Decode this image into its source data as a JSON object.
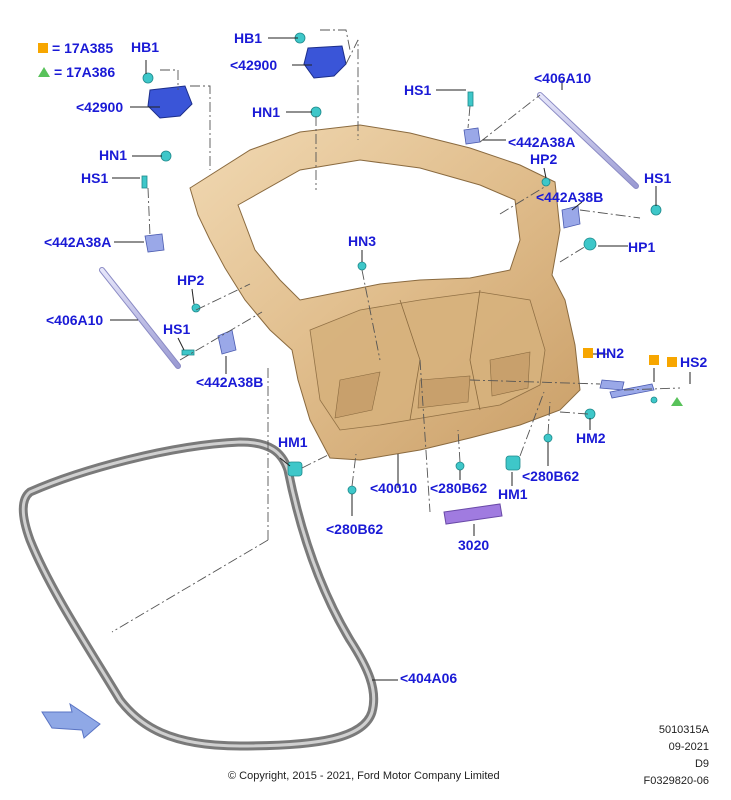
{
  "legend": [
    {
      "symbol": "square",
      "text": "= 17A385",
      "color": "#f7a600"
    },
    {
      "symbol": "triangle",
      "text": "= 17A386",
      "color": "#58c25a"
    }
  ],
  "labels": {
    "hb1_left": "HB1",
    "p42900_left": "<42900",
    "hn1_left": "HN1",
    "hs1_left": "HS1",
    "p442a38a_left": "<442A38A",
    "hp2_left": "HP2",
    "p406a10_left": "<406A10",
    "hs1_left_lower": "HS1",
    "p442a38b_left": "<442A38B",
    "hb1_top": "HB1",
    "p42900_top": "<42900",
    "hn1_top": "HN1",
    "hn3": "HN3",
    "hs1_right_top": "HS1",
    "p406a10_right": "<406A10",
    "p442a38a_right": "<442A38A",
    "hp2_right": "HP2",
    "hs1_right": "HS1",
    "p442a38b_right": "<442A38B",
    "hp1": "HP1",
    "hn2": "HN2",
    "hs2": "HS2",
    "hm2": "HM2",
    "hm1_left": "HM1",
    "p40010": "<40010",
    "p280b62_center": "<280B62",
    "hm1_right": "HM1",
    "p280b62_right": "<280B62",
    "p280b62_bottom": "<280B62",
    "p3020": "3020",
    "p404a06": "<404A06"
  },
  "footer": {
    "copyright": "© Copyright, 2015 - 2021, Ford Motor Company Limited",
    "doc_id": "5010315A",
    "date": "09-2021",
    "code": "D9",
    "figure_id": "F0329820-06"
  },
  "colors": {
    "label": "#1a1ad6",
    "body_panel": "#e2c193",
    "seal": "#9a9a9a",
    "clip": "#3ec7c9",
    "latch": "#3a55d8",
    "strut": "#b9b9e8",
    "trim": "#a07be0",
    "arrow": "#8fa8e6"
  }
}
